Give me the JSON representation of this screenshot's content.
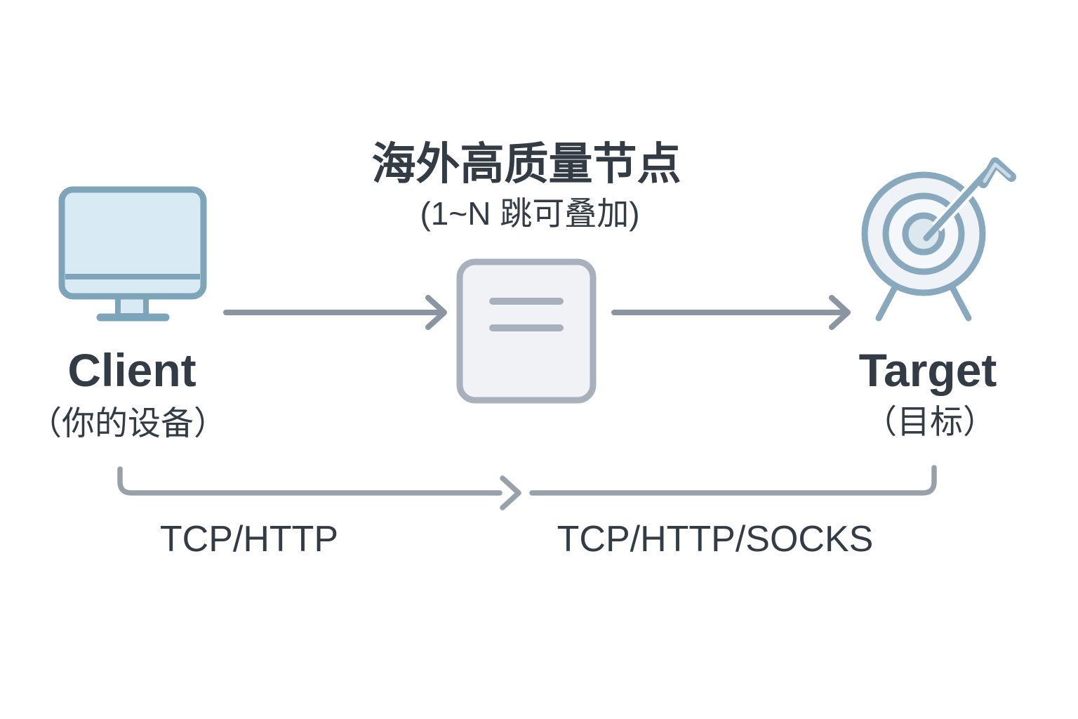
{
  "colors": {
    "background": "#FFFFFF",
    "text": "#333B45",
    "monitor-stroke": "#7EA4B9",
    "monitor-fill": "#D8EAF4",
    "node-stroke": "#A8B0BB",
    "node-fill": "#F0F2F5",
    "arrow": "#8A95A1",
    "bracket": "#98A1AA",
    "target-stroke": "#88A9BD",
    "target-fill": "#EFF3F7",
    "target-fill-inner-ring": "#F5F8FA",
    "target-bullseye": "#DCE7EE",
    "fletch-stripe": "#CCDBE4"
  },
  "client": {
    "label": "Client",
    "sublabel": "（你的设备）",
    "icon": "monitor-icon"
  },
  "node": {
    "title": "海外高质量节点",
    "subtitle": "(1~N 跳可叠加)",
    "icon": "document-node-icon"
  },
  "target": {
    "label": "Target",
    "sublabel": "（目标）",
    "icon": "target-bullseye-icon"
  },
  "protocols": {
    "client_to_node": "TCP/HTTP",
    "node_to_target": "TCP/HTTP/SOCKS"
  }
}
